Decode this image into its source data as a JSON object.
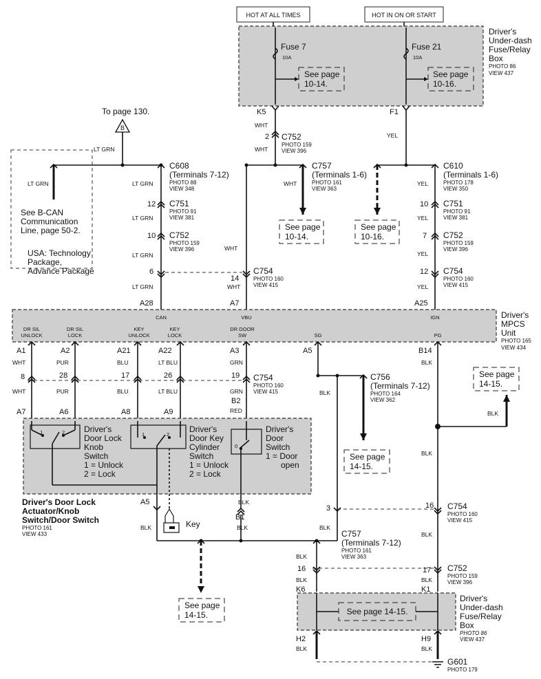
{
  "power": {
    "hot_always": "HOT AT ALL TIMES",
    "hot_on_start": "HOT IN ON OR START"
  },
  "fusebox_top": {
    "name": "Driver's Under-dash Fuse/Relay Box",
    "photo": "PHOTO 86",
    "view": "VIEW 437",
    "fuse7": "Fuse 7",
    "fuse7_amp": "10A",
    "fuse7_ref": "See page 10-14.",
    "fuse21": "Fuse 21",
    "fuse21_amp": "10A",
    "fuse21_ref": "See page 10-16.",
    "pin_k5": "K5",
    "pin_f1": "F1"
  },
  "bcan": {
    "to_page": "To page 130.",
    "symbol": "B",
    "ref": "See B-CAN Communication Line, page 50-2.",
    "note": "USA: Technology Package, Advance Package"
  },
  "wire_colors": {
    "lt_grn": "LT GRN",
    "wht": "WHT",
    "yel": "YEL",
    "pur": "PUR",
    "blu": "BLU",
    "lt_blu": "LT BLU",
    "grn": "GRN",
    "red": "RED",
    "blk": "BLK"
  },
  "connectors": {
    "c608": "C608",
    "c608_terms": "(Terminals 7-12)",
    "c608_photo": "PHOTO 88",
    "c608_view": "VIEW 348",
    "c751": "C751",
    "c751_photo": "PHOTO 91",
    "c751_view": "VIEW 381",
    "c752": "C752",
    "c752_photo": "PHOTO 159",
    "c752_view": "VIEW 396",
    "c754": "C754",
    "c754_photo": "PHOTO 160",
    "c754_view": "VIEW 415",
    "c757a": "C757",
    "c757a_terms": "(Terminals 1-6)",
    "c757_photo": "PHOTO 161",
    "c757_view": "VIEW 363",
    "c610": "C610",
    "c610_terms": "(Terminals 1-6)",
    "c610_photo": "PHOTO 178",
    "c610_view": "VIEW 350",
    "c756": "C756",
    "c756_terms": "(Terminals 7-12)",
    "c756_photo": "PHOTO 164",
    "c756_view": "VIEW 362",
    "c757b": "C757",
    "c757b_terms": "(Terminals 7-12)"
  },
  "refs": {
    "p1014": "See page 10-14.",
    "p1016": "See page 10-16.",
    "p1415": "See page 14-15."
  },
  "pins": {
    "n2": "2",
    "n12": "12",
    "n10": "10",
    "n6": "6",
    "n14": "14",
    "n7": "7",
    "n8": "8",
    "n28": "28",
    "n17": "17",
    "n26": "26",
    "n19": "19",
    "n16": "16",
    "n3": "3",
    "a28": "A28",
    "a7": "A7",
    "a25": "A25",
    "a1": "A1",
    "a2": "A2",
    "a21": "A21",
    "a22": "A22",
    "a3": "A3",
    "a5": "A5",
    "b14": "B14",
    "a6": "A6",
    "a8": "A8",
    "a9": "A9",
    "b2": "B2",
    "b1": "B1",
    "k6": "K6",
    "k1": "K1",
    "h2": "H2",
    "h9": "H9"
  },
  "mpcs": {
    "name": "Driver's MPCS Unit",
    "photo": "PHOTO 165",
    "view": "VIEW 434",
    "can": "CAN",
    "vbu": "VBU",
    "ign": "IGN",
    "sg": "SG",
    "pg": "PG",
    "dr_sil_unlock": "DR SIL UNLOCK",
    "dr_sil_lock": "DR SIL LOCK",
    "key_unlock": "KEY UNLOCK",
    "key_lock": "KEY LOCK",
    "dr_door_sw": "DR DOOR SW"
  },
  "switch_assy": {
    "knob": "Driver's Door Lock Knob Switch",
    "knob_1": "1 = Unlock",
    "knob_2": "2 = Lock",
    "cyl": "Driver's Door Key Cylinder Switch",
    "cyl_1": "1 = Unlock",
    "cyl_2": "2 = Lock",
    "door": "Driver's Door Switch",
    "door_1": "1 = Door open",
    "label": "Driver's Door Lock Actuator/Knob Switch/Door Switch",
    "photo": "PHOTO 161",
    "view": "VIEW 433",
    "key": "Key"
  },
  "fusebox_bottom": {
    "name": "Driver's Under-dash Fuse/Relay Box",
    "photo": "PHOTO 86",
    "view": "VIEW 437",
    "ref": "See page 14-15."
  },
  "ground": {
    "name": "G601",
    "photo": "PHOTO 179"
  }
}
